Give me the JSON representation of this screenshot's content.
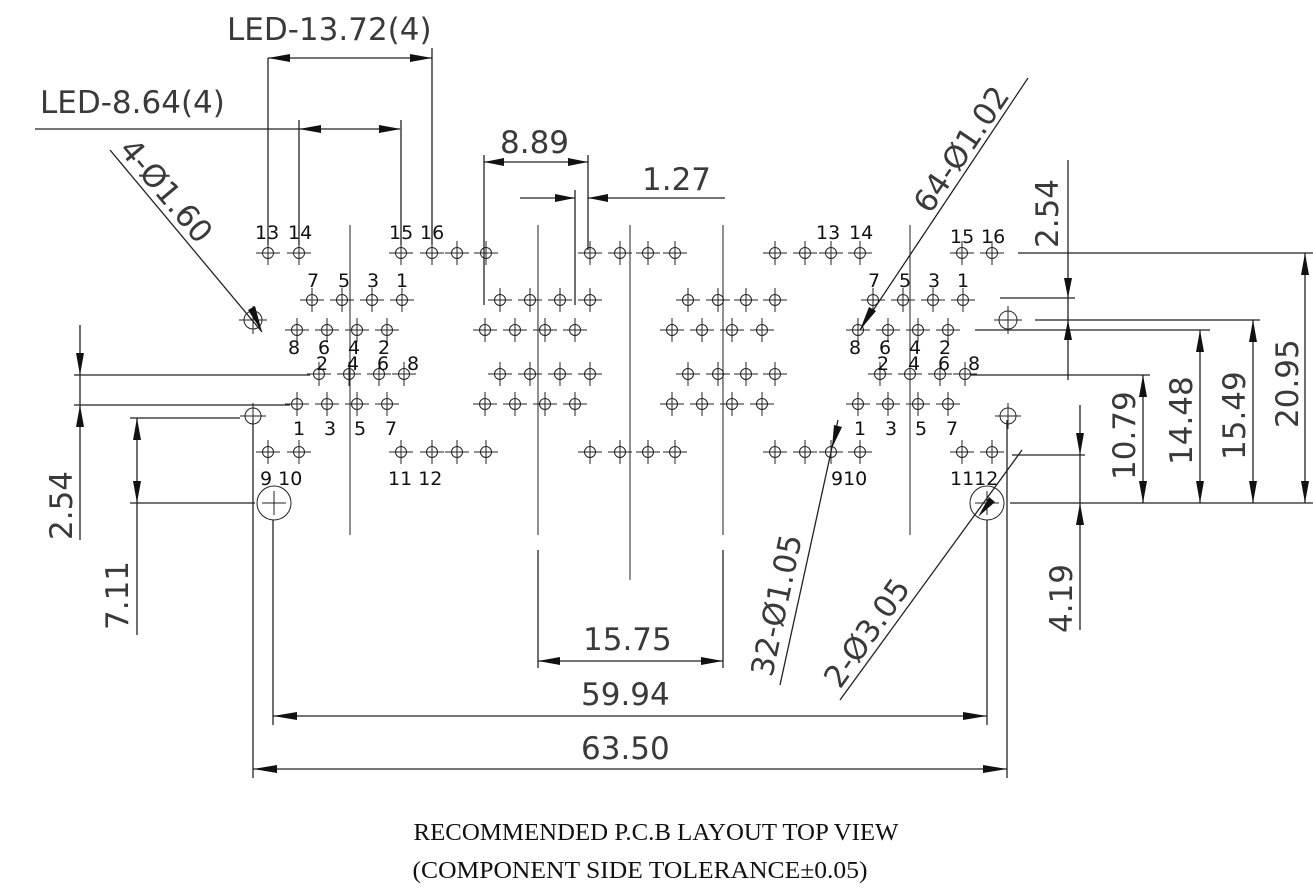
{
  "dimensions": {
    "led_13_72": "LED-13.72(4)",
    "led_8_64": "LED-8.64(4)",
    "hole_4_160": "4-Ø1.60",
    "d_8_89": "8.89",
    "d_1_27": "1.27",
    "hole_64_102": "64-Ø1.02",
    "d_2_54_top": "2.54",
    "d_20_95": "20.95",
    "d_15_49": "15.49",
    "d_14_48": "14.48",
    "d_10_79": "10.79",
    "d_4_19": "4.19",
    "d_2_54_left": "2.54",
    "d_7_11": "7.11",
    "d_15_75": "15.75",
    "hole_32_105": "32-Ø1.05",
    "hole_2_305": "2-Ø3.05",
    "d_59_94": "59.94",
    "d_63_50": "63.50"
  },
  "pins": {
    "left": {
      "top_led": [
        "13",
        "14",
        "15",
        "16"
      ],
      "odd_top": [
        "7",
        "5",
        "3",
        "1"
      ],
      "even_top": [
        "8",
        "6",
        "4",
        "2"
      ],
      "even_mid": [
        "2",
        "4",
        "6",
        "8"
      ],
      "odd_bottom": [
        "1",
        "3",
        "5",
        "7"
      ],
      "bottom_led_a": "9 10",
      "bottom_led_b": "11 12"
    },
    "right": {
      "top_led": [
        "13",
        "14",
        "15",
        "16"
      ],
      "odd_top": [
        "7",
        "5",
        "3",
        "1"
      ],
      "even_top": [
        "8",
        "6",
        "4",
        "2"
      ],
      "even_mid": [
        "2",
        "4",
        "6",
        "8"
      ],
      "odd_bottom": [
        "1",
        "3",
        "5",
        "7"
      ],
      "bottom_led_a": "910",
      "bottom_led_b": "1112"
    }
  },
  "caption": {
    "line1": "RECOMMENDED P.C.B LAYOUT TOP VIEW",
    "line2": "(COMPONENT SIDE TOLERANCE±0.05)"
  }
}
